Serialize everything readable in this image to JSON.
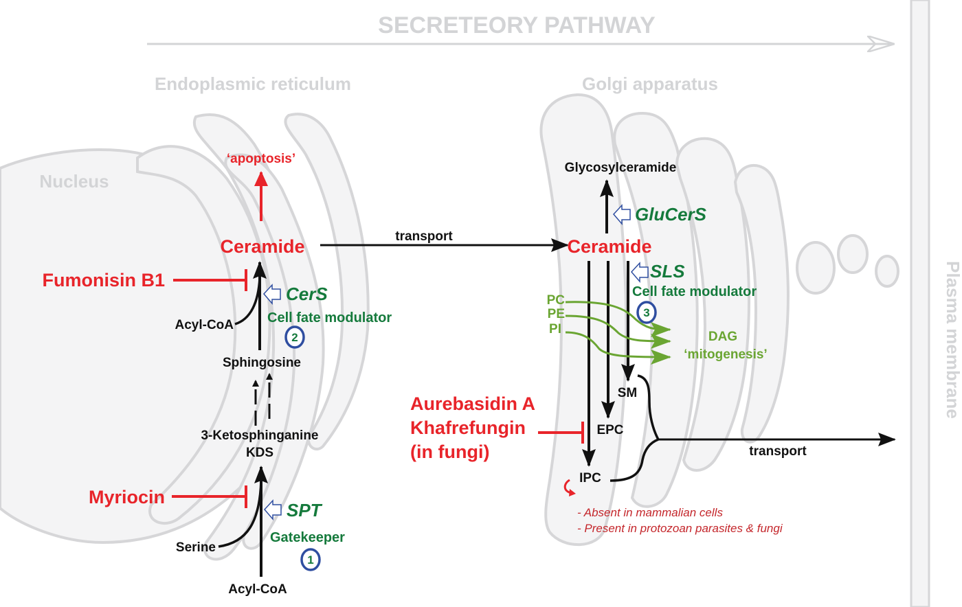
{
  "header": {
    "title": "SECRETEORY PATHWAY"
  },
  "compartments": {
    "er": "Endoplasmic reticulum",
    "golgi": "Golgi apparatus",
    "nucleus": "Nucleus",
    "plasma_membrane": "Plasma membrane"
  },
  "er_pathway": {
    "apoptosis": "‘apoptosis’",
    "ceramide": "Ceramide",
    "acyl_coa_top": "Acyl-CoA",
    "sphingosine": "Sphingosine",
    "ketosphinganine": "3-Ketosphinganine",
    "kds": "KDS",
    "serine": "Serine",
    "acyl_coa_bottom": "Acyl-CoA",
    "cers": {
      "name": "CerS",
      "role": "Cell fate modulator",
      "badge": "2"
    },
    "spt": {
      "name": "SPT",
      "role": "Gatekeeper",
      "badge": "1"
    }
  },
  "inhibitors": {
    "fumonisin": "Fumonisin B1",
    "myriocin": "Myriocin",
    "aureobasidin": [
      "Aurebasidin A",
      "Khafrefungin",
      "(in fungi)"
    ]
  },
  "transport": {
    "er_to_golgi": "transport",
    "golgi_to_pm": "transport"
  },
  "golgi_pathway": {
    "glycosylceramide": "Glycosylceramide",
    "ceramide": "Ceramide",
    "glucers": {
      "name": "GluCerS"
    },
    "sls": {
      "name": "SLS",
      "role": "Cell fate modulator",
      "badge": "3"
    },
    "lipids": [
      "PC",
      "PE",
      "PI"
    ],
    "dag": "DAG",
    "mitogenesis": "‘mitogenesis’",
    "sm": "SM",
    "epc": "EPC",
    "ipc": "IPC",
    "ipc_notes": [
      "- Absent in mammalian cells",
      "- Present in protozoan parasites & fungi"
    ]
  },
  "colors": {
    "inhibitor": "#e8242a",
    "enzyme": "#157a3c",
    "badge_ring": "#2f4ea0",
    "lipid": "#6aa532",
    "organelle_outline": "#d6d6d8",
    "organelle_fill": "#f4f4f5"
  }
}
